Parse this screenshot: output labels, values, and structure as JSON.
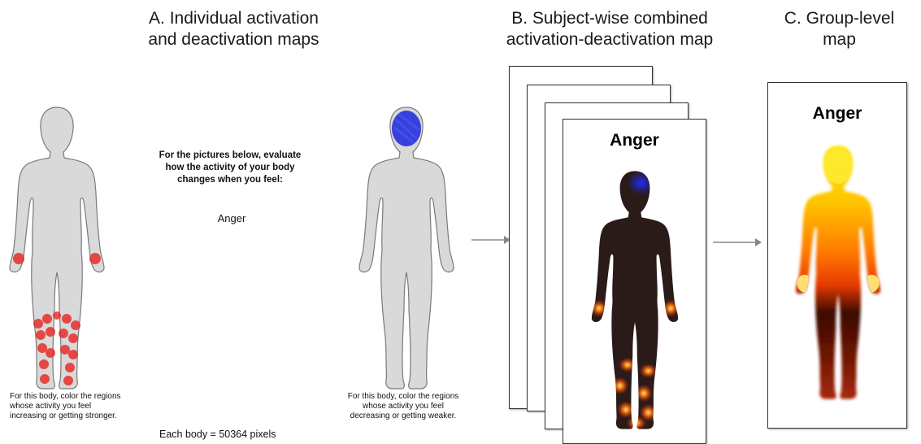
{
  "panels": {
    "a": {
      "title_line1": "A.  Individual activation",
      "title_line2": "and deactivation maps",
      "prompt_line1": "For the pictures below, evaluate",
      "prompt_line2": "how the activity of your body",
      "prompt_line3": "changes when you feel:",
      "emotion": "Anger",
      "caption_left_line1": "For this body, color the regions",
      "caption_left_line2": "whose activity you feel",
      "caption_left_line3": "increasing or getting stronger.",
      "caption_right_line1": "For this body, color the regions",
      "caption_right_line2": "whose activity you feel",
      "caption_right_line3": "decreasing or getting weaker.",
      "pixel_note": "Each body = 50364 pixels"
    },
    "b": {
      "title_line1": "B. Subject-wise combined",
      "title_line2": "activation-deactivation map",
      "card_label": "Anger"
    },
    "c": {
      "title_line1": "C. Group-level",
      "title_line2": "map",
      "card_label": "Anger"
    }
  },
  "colors": {
    "activation": "#e8201c",
    "deactivation": "#1f2bd8",
    "body_fill": "#d9d9d9",
    "body_outline": "#7a7a7a",
    "arrow": "#888888"
  }
}
